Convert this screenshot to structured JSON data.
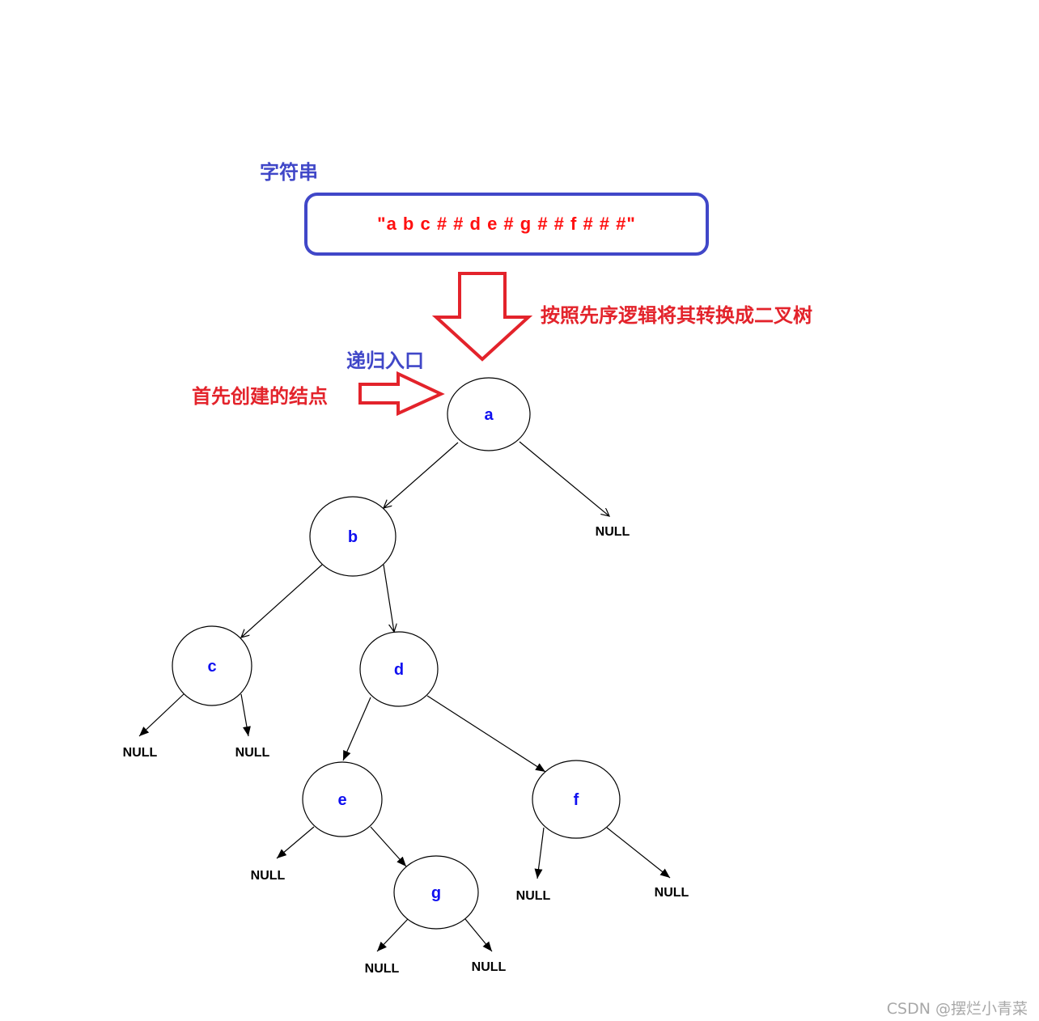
{
  "labels": {
    "string_title": "字符串",
    "string_value": "\"a b c # # d e # g # # f # # #\"",
    "convert_note": "按照先序逻辑将其转换成二叉树",
    "recursion_entry": "递归入口",
    "first_node_note": "首先创建的结点",
    "watermark": "CSDN @摆烂小青菜"
  },
  "colors": {
    "title_blue": "#4047c8",
    "accent_red": "#e3232b",
    "node_text": "#1010f0",
    "edge": "#000000"
  },
  "tree": {
    "nodes": [
      {
        "id": "a",
        "label": "a"
      },
      {
        "id": "b",
        "label": "b"
      },
      {
        "id": "c",
        "label": "c"
      },
      {
        "id": "d",
        "label": "d"
      },
      {
        "id": "e",
        "label": "e"
      },
      {
        "id": "f",
        "label": "f"
      },
      {
        "id": "g",
        "label": "g"
      }
    ],
    "null_label": "NULL",
    "edges": [
      {
        "from": "a",
        "to": "b"
      },
      {
        "from": "a",
        "to": "null_a_r"
      },
      {
        "from": "b",
        "to": "c"
      },
      {
        "from": "b",
        "to": "d"
      },
      {
        "from": "c",
        "to": "null_c_l"
      },
      {
        "from": "c",
        "to": "null_c_r"
      },
      {
        "from": "d",
        "to": "e"
      },
      {
        "from": "d",
        "to": "f"
      },
      {
        "from": "e",
        "to": "null_e_l"
      },
      {
        "from": "e",
        "to": "g"
      },
      {
        "from": "g",
        "to": "null_g_l"
      },
      {
        "from": "g",
        "to": "null_g_r"
      },
      {
        "from": "f",
        "to": "null_f_l"
      },
      {
        "from": "f",
        "to": "null_f_r"
      }
    ]
  }
}
